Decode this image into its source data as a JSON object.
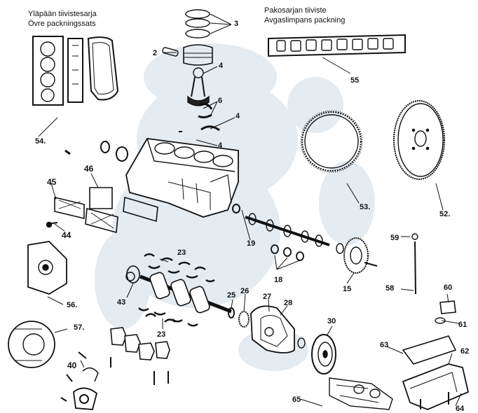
{
  "header_labels": {
    "top_gasket_fi": "Yläpään tiivistesarja",
    "top_gasket_sv": "Övre packningssats",
    "exhaust_gasket_fi": "Pakosarjan tiiviste",
    "exhaust_gasket_sv": "Avgaslimpans packning"
  },
  "callouts": {
    "n2": "2",
    "n3": "3",
    "n4a": "4",
    "n4b": "4",
    "n4c": "4",
    "n6": "6",
    "n15": "15",
    "n18": "18",
    "n19": "19",
    "n23a": "23",
    "n23b": "23",
    "n25": "25",
    "n26": "26",
    "n27": "27",
    "n28": "28",
    "n30": "30",
    "n40": "40",
    "n43": "43",
    "n44": "44",
    "n45": "45",
    "n46": "46",
    "n52": "52.",
    "n53": "53.",
    "n54": "54.",
    "n55": "55",
    "n56": "56.",
    "n57": "57.",
    "n58": "58",
    "n59": "59",
    "n60": "60",
    "n61": "61",
    "n62": "62",
    "n63": "63",
    "n64": "64",
    "n65": "65"
  },
  "colors": {
    "ink": "#111111",
    "watermark": "#dde6ee",
    "paper": "#ffffff"
  }
}
